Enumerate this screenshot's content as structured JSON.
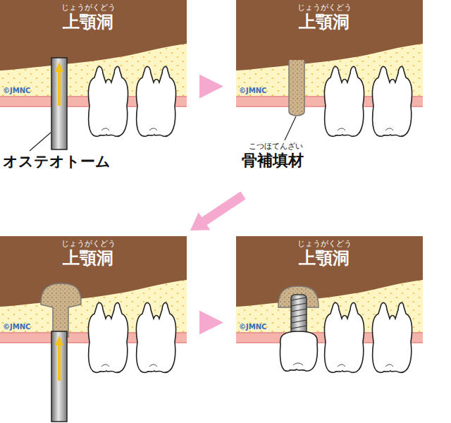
{
  "diagram": {
    "nodes": [
      {
        "text": [
          "じょうがくどう",
          "上顎洞",
          "©JMNC"
        ]
      },
      {
        "text": [
          "じょうがくどう",
          "上顎洞",
          "©JMNC"
        ]
      },
      {
        "text": [
          "じょうがくどう",
          "上顎洞",
          "©JMNC"
        ]
      },
      {
        "text": [
          "じょうがくどう",
          "上顎洞",
          "©JMNC"
        ]
      }
    ],
    "edges": [
      {
        "from": 0,
        "to": 1,
        "arrow": "to"
      },
      {
        "from": 1,
        "to": 2,
        "arrow": "to"
      },
      {
        "from": 2,
        "to": 3,
        "arrow": "to"
      }
    ],
    "labels": [
      "オステオトーム",
      "こつほてんざい",
      "骨補填材"
    ]
  }
}
